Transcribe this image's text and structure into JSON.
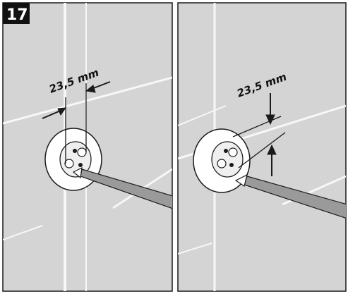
{
  "step_number": "17",
  "left_panel": {
    "dimension_label": "23,5 mm"
  },
  "right_panel": {
    "dimension_label": "23,5 mm"
  },
  "colors": {
    "tile": "#d4d4d4",
    "grout": "#f7f7f7",
    "outline": "#1a1a1a",
    "badge": "#111111",
    "rod_shaft": "#9a9a9a"
  }
}
